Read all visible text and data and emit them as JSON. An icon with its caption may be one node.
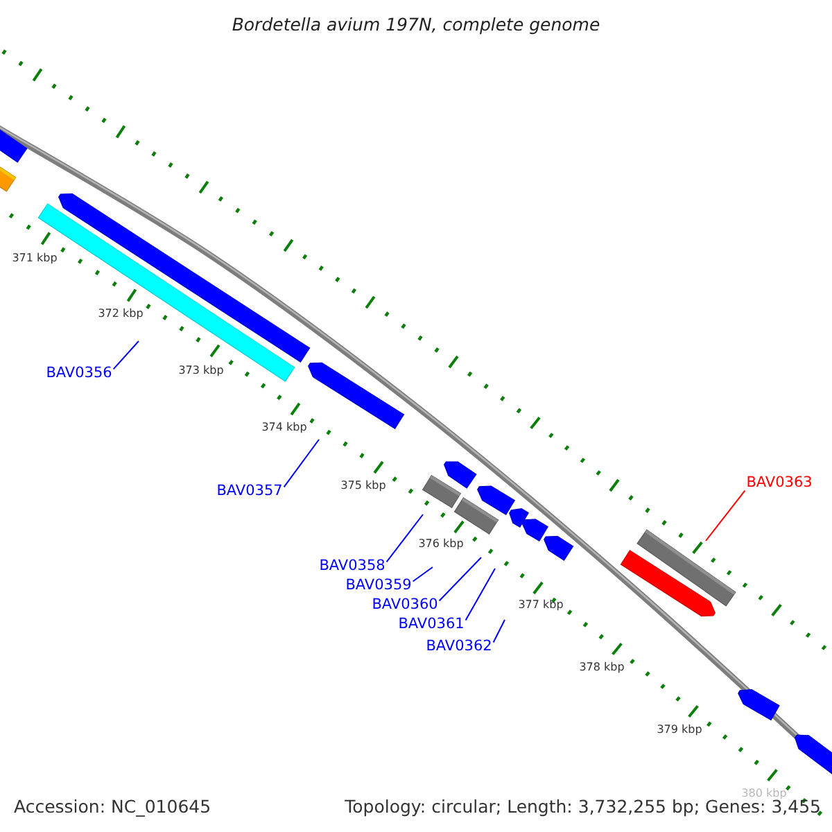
{
  "diagram": {
    "title": "Bordetella avium 197N, complete genome",
    "nodes": [
      {
        "text": [
          "BAV0356"
        ]
      },
      {
        "text": [
          "BAV0357"
        ]
      },
      {
        "text": [
          "BAV0358"
        ]
      },
      {
        "text": [
          "BAV0359"
        ]
      },
      {
        "text": [
          "BAV0360"
        ]
      },
      {
        "text": [
          "BAV0361"
        ]
      },
      {
        "text": [
          "BAV0362"
        ]
      },
      {
        "text": [
          "BAV0363"
        ]
      }
    ],
    "edges": [
      {
        "from": 0,
        "to": null,
        "arrow": "none"
      },
      {
        "from": 1,
        "to": null,
        "arrow": "none"
      },
      {
        "from": 2,
        "to": null,
        "arrow": "none"
      },
      {
        "from": 3,
        "to": null,
        "arrow": "none"
      },
      {
        "from": 4,
        "to": null,
        "arrow": "none"
      },
      {
        "from": 5,
        "to": null,
        "arrow": "none"
      },
      {
        "from": 6,
        "to": null,
        "arrow": "none"
      },
      {
        "from": 7,
        "to": null,
        "arrow": "none",
        "color": "#ff0000"
      }
    ],
    "labels": [
      "371 kbp",
      "372 kbp",
      "373 kbp",
      "374 kbp",
      "375 kbp",
      "376 kbp",
      "377 kbp",
      "378 kbp",
      "379 kbp",
      "380 kbp",
      "Accession: NC_010645",
      "Topology: circular; Length: 3,732,255 bp; Genes: 3,455"
    ]
  }
}
